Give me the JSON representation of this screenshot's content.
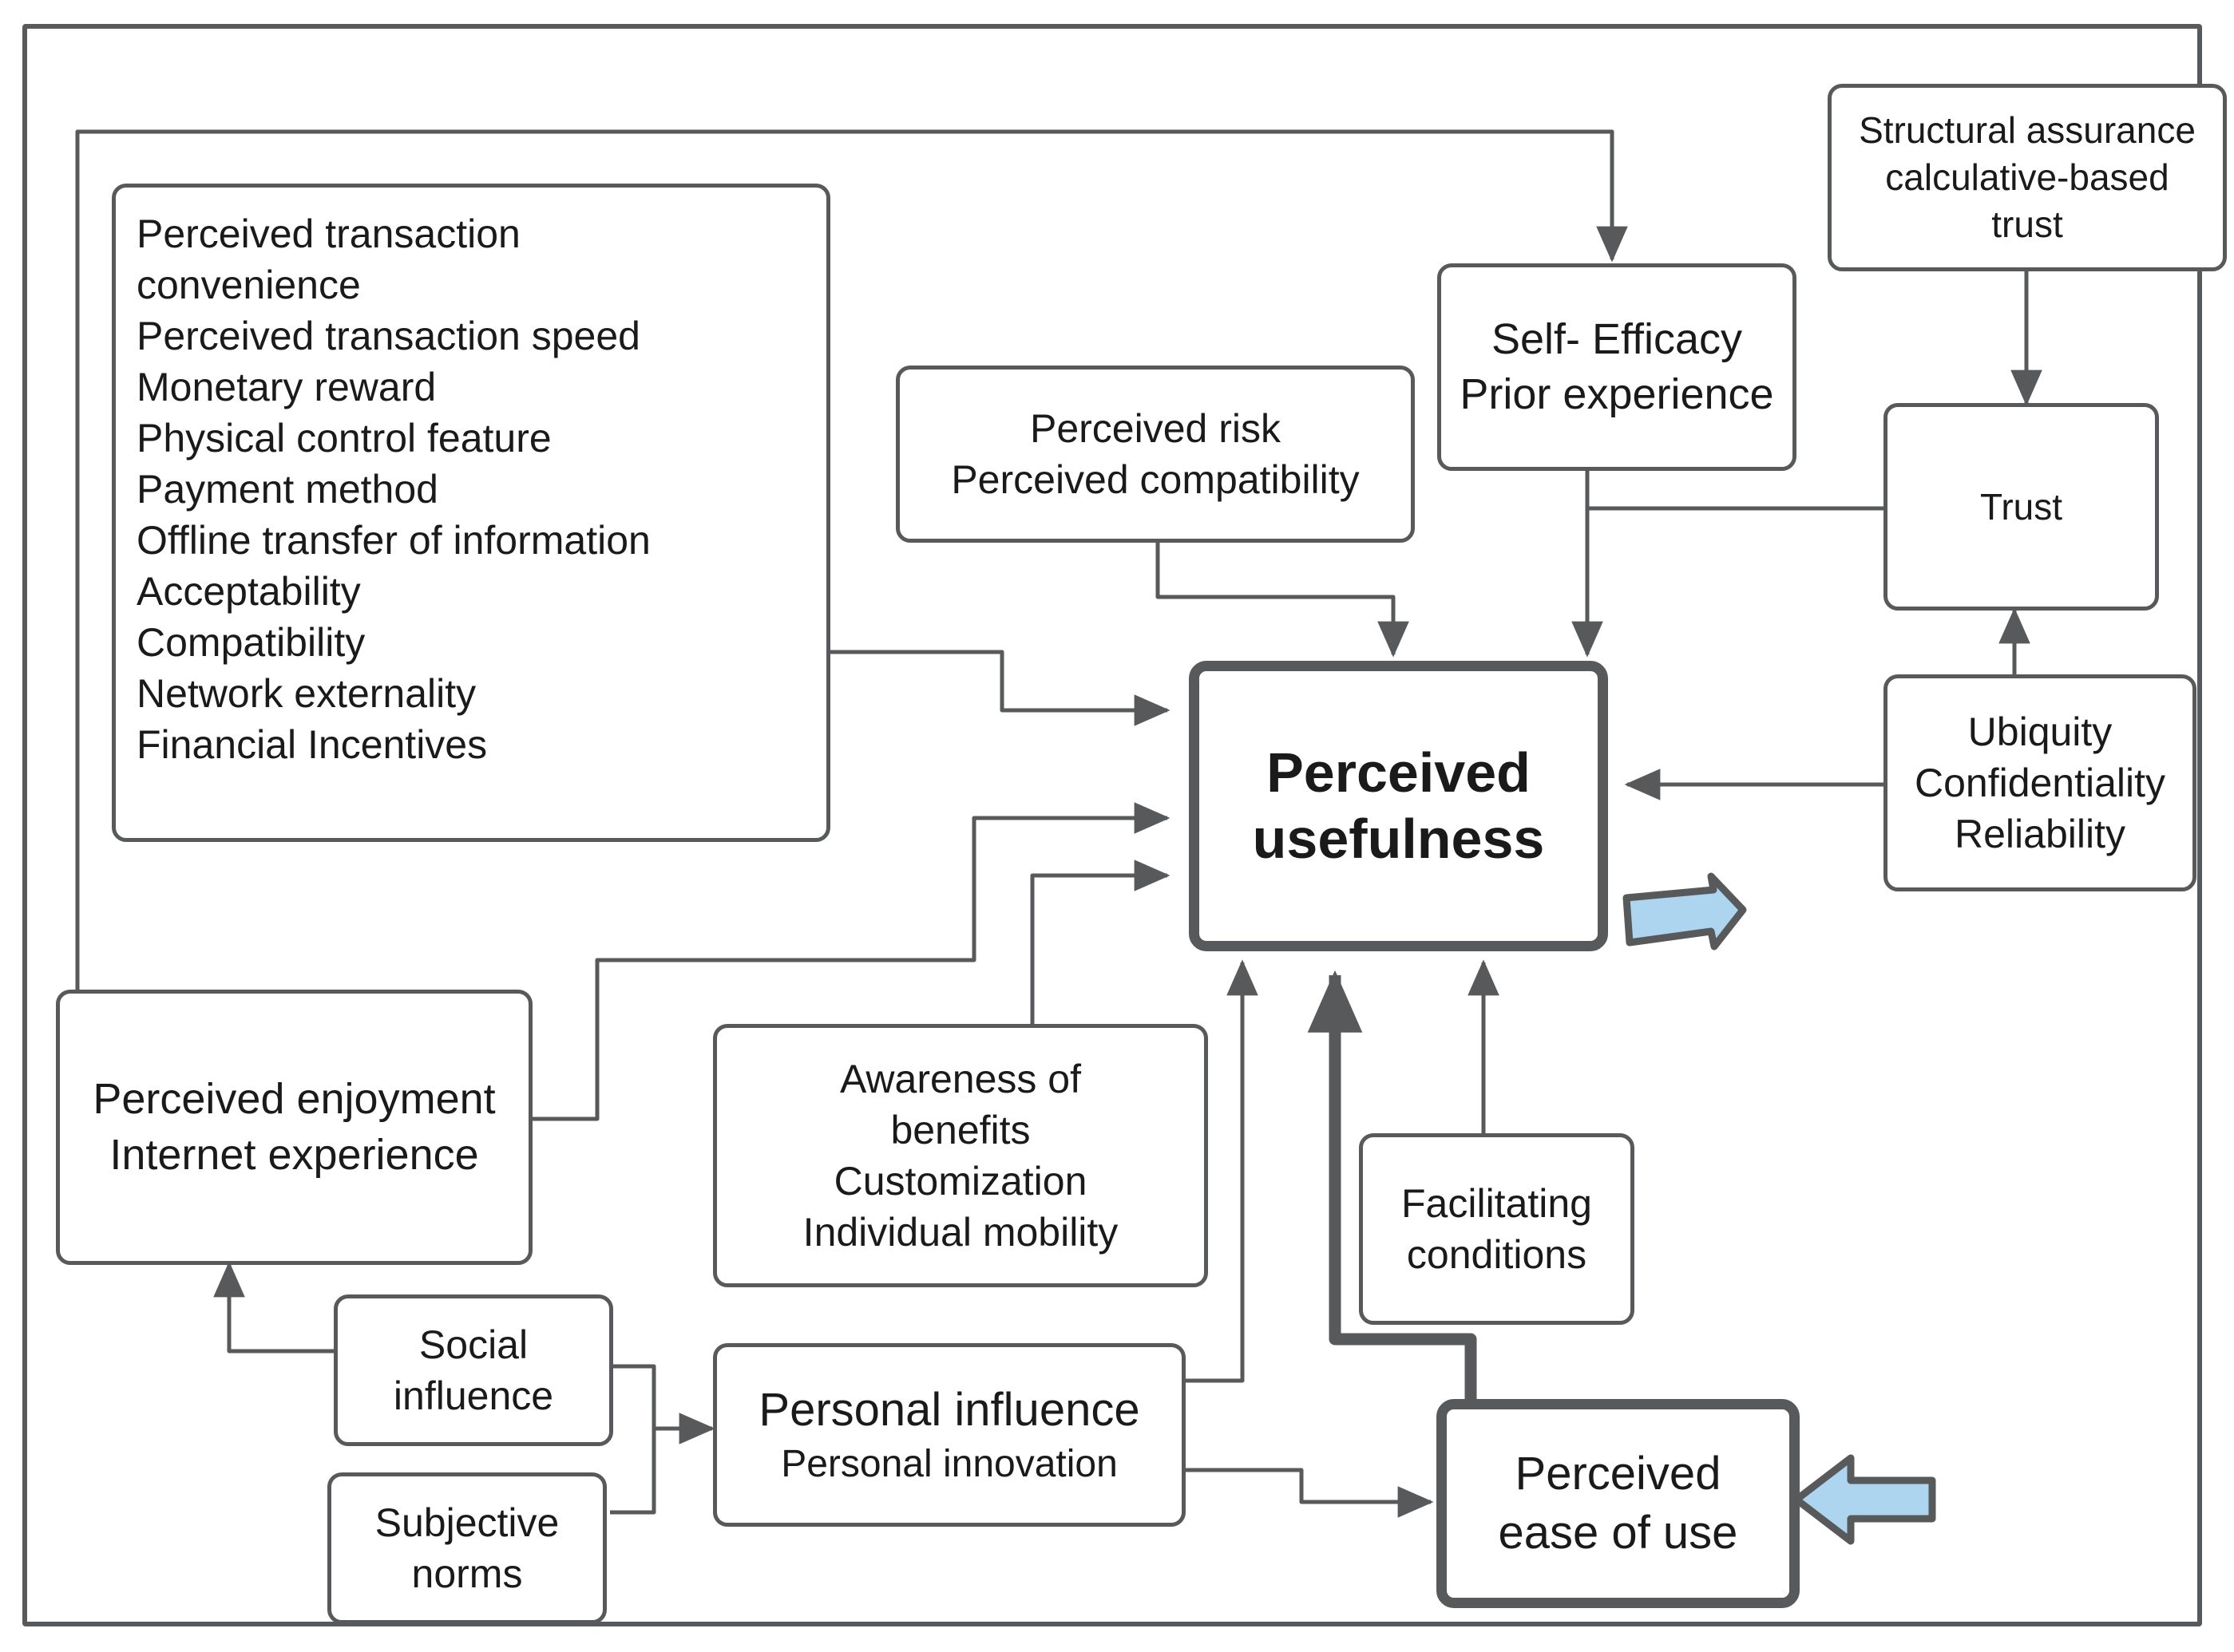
{
  "diagram": {
    "title": "Technology acceptance model determinants diagram",
    "accent_blue": "#aed5ef",
    "stroke_gray": "#58595b",
    "background": "#ffffff"
  },
  "nodes": {
    "determinants_list": {
      "lines": [
        "Perceived transaction",
        "convenience",
        "Perceived transaction speed",
        "Monetary reward",
        "Physical control feature",
        "Payment method",
        "Offline transfer of information",
        "Acceptability",
        "Compatibility",
        "Network externality",
        "Financial Incentives"
      ]
    },
    "perceived_risk": {
      "lines": [
        "Perceived risk",
        "Perceived compatibility"
      ]
    },
    "self_efficacy": {
      "lines": [
        "Self- Efficacy",
        "Prior experience"
      ]
    },
    "structural_assurance": {
      "lines": [
        "Structural assurance",
        "calculative-based",
        "trust"
      ]
    },
    "trust": {
      "lines": [
        "Trust"
      ]
    },
    "ubiquity": {
      "lines": [
        "Ubiquity",
        "Confidentiality",
        "Reliability"
      ]
    },
    "perceived_usefulness": {
      "lines": [
        "Perceived",
        "usefulness"
      ]
    },
    "perceived_enjoyment": {
      "lines": [
        "Perceived enjoyment",
        "Internet experience"
      ]
    },
    "awareness": {
      "lines": [
        "Awareness of",
        "benefits",
        "Customization",
        "Individual mobility"
      ]
    },
    "social_influence": {
      "lines": [
        "Social",
        "influence"
      ]
    },
    "subjective_norms": {
      "lines": [
        "Subjective",
        "norms"
      ]
    },
    "personal_influence": {
      "primary": "Personal influence",
      "secondary": "Personal innovation"
    },
    "facilitating_conditions": {
      "lines": [
        "Facilitating",
        "conditions"
      ]
    },
    "perceived_ease_of_use": {
      "lines": [
        "Perceived",
        "ease of use"
      ]
    }
  },
  "markers": {
    "blue_arrow_usefulness": "right-pointing-blue-arrow",
    "blue_arrow_ease_of_use": "left-pointing-blue-arrow"
  }
}
